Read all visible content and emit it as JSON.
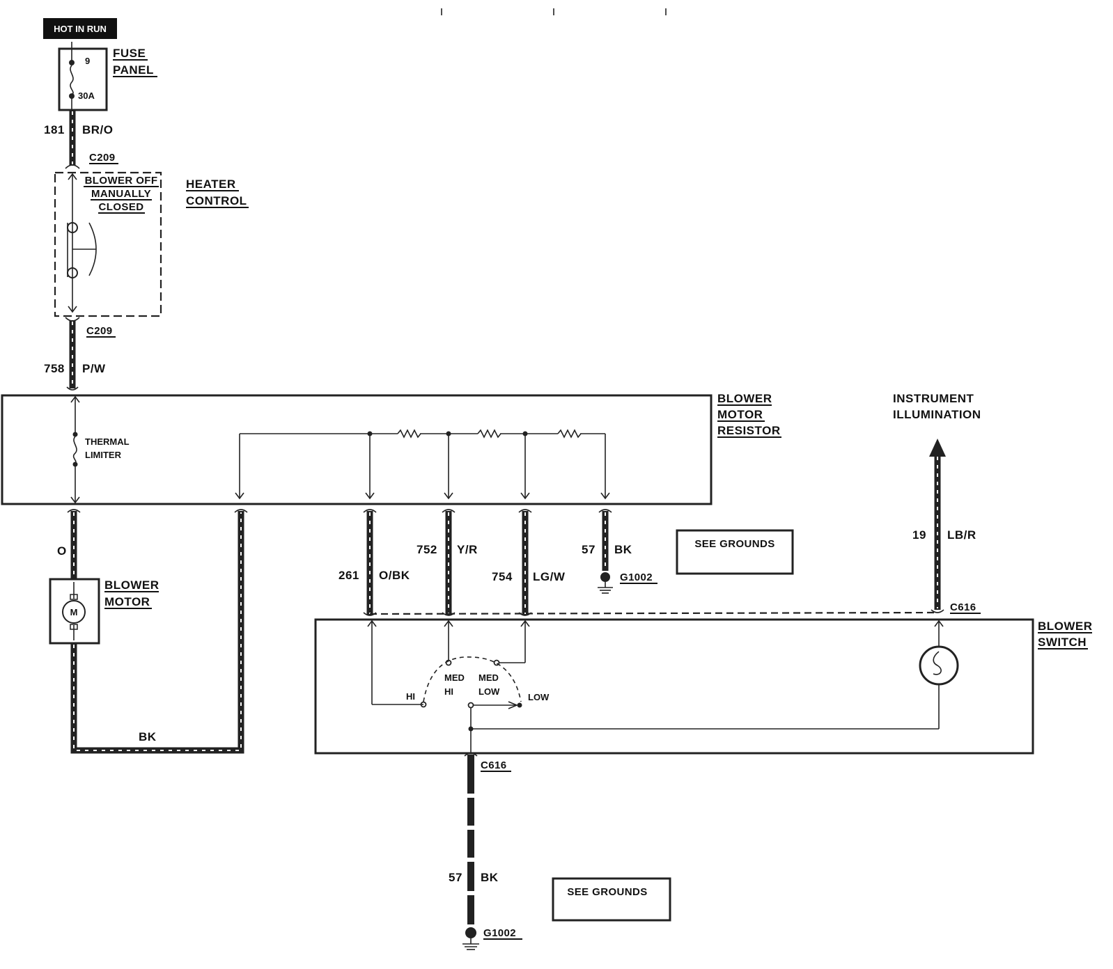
{
  "header": {
    "power_badge": "HOT IN RUN"
  },
  "components": {
    "fuse_panel": {
      "line1": "FUSE",
      "line2": "PANEL",
      "fuse_number": "9",
      "fuse_rating": "30A"
    },
    "heater_control": {
      "line1": "HEATER",
      "line2": "CONTROL",
      "switch_note": [
        "BLOWER OFF",
        "MANUALLY",
        "CLOSED"
      ]
    },
    "blower_motor_resistor": {
      "line1": "BLOWER",
      "line2": "MOTOR",
      "line3": "RESISTOR",
      "limiter": [
        "THERMAL",
        "LIMITER"
      ]
    },
    "blower_motor": {
      "line1": "BLOWER",
      "line2": "MOTOR",
      "symbol": "M"
    },
    "blower_switch": {
      "line1": "BLOWER",
      "line2": "SWITCH",
      "positions": {
        "hi": "HI",
        "med": "MED",
        "hi2": "HI",
        "low2": "LOW",
        "low": "LOW"
      }
    },
    "instrument_illumination": {
      "line1": "INSTRUMENT",
      "line2": "ILLUMINATION"
    }
  },
  "connectors": {
    "c209_top": "C209",
    "c209_bottom": "C209",
    "c616_right": "C616",
    "c616_bottom": "C616"
  },
  "grounds": {
    "g1002_upper": "G1002",
    "g1002_lower": "G1002",
    "see_grounds_upper": "SEE GROUNDS",
    "see_grounds_lower": "SEE GROUNDS"
  },
  "wires": {
    "w181": {
      "circuit": "181",
      "color": "BR/O"
    },
    "w758": {
      "circuit": "758",
      "color": "P/W"
    },
    "motor_feed": {
      "color": "O"
    },
    "motor_return": {
      "color": "BK"
    },
    "w261": {
      "circuit": "261",
      "color": "O/BK"
    },
    "w752": {
      "circuit": "752",
      "color": "Y/R"
    },
    "w754": {
      "circuit": "754",
      "color": "LG/W"
    },
    "w57_upper": {
      "circuit": "57",
      "color": "BK"
    },
    "w19": {
      "circuit": "19",
      "color": "LB/R"
    },
    "w57_lower": {
      "circuit": "57",
      "color": "BK"
    }
  }
}
